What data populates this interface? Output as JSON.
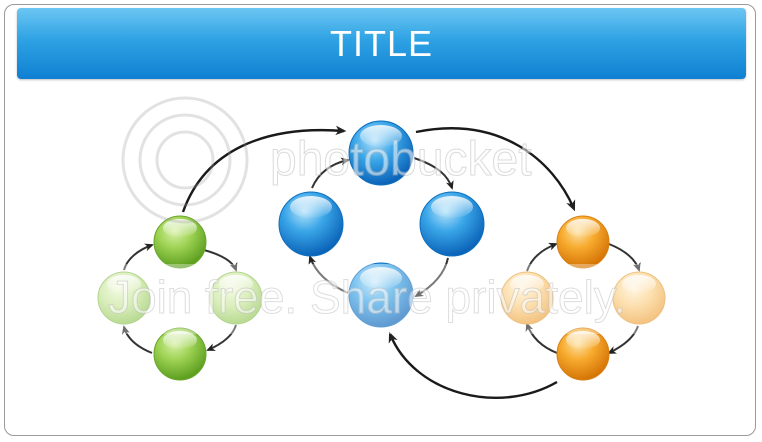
{
  "title": "TITLE",
  "watermark": {
    "brand": "photobucket",
    "tagline": "Join free. Share privately."
  },
  "colors": {
    "green": "#8dc63f",
    "blue": "#1e8fd6",
    "orange": "#f39c12",
    "title_bar": "#1e93de",
    "arrow": "#222222"
  },
  "clusters": [
    {
      "name": "green-cycle",
      "nodes": 4,
      "color": "green"
    },
    {
      "name": "blue-cycle",
      "nodes": 4,
      "color": "blue"
    },
    {
      "name": "orange-cycle",
      "nodes": 4,
      "color": "orange"
    }
  ]
}
